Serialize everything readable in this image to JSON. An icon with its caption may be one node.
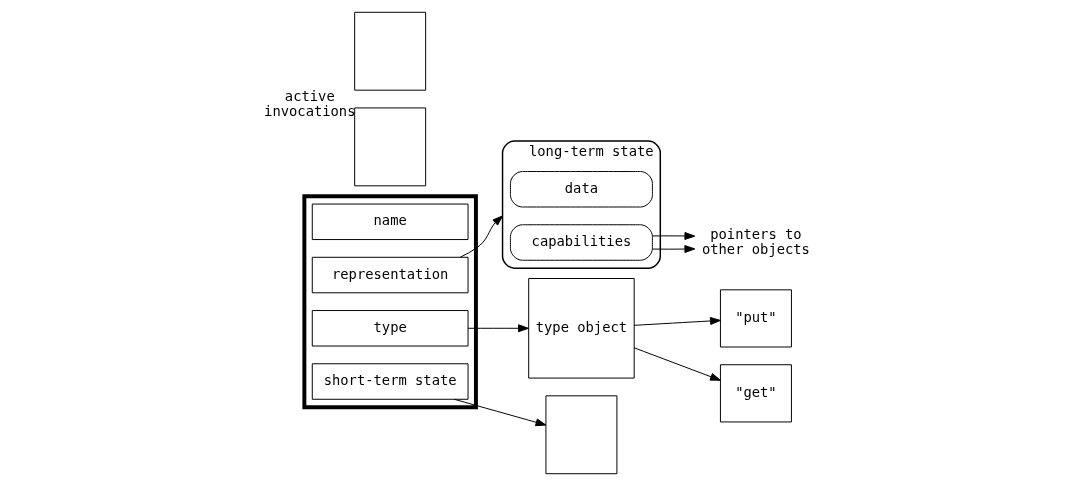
{
  "diagram": {
    "nodes": [
      {
        "text": [],
        "shape": "box"
      },
      {
        "text": [
          "name"
        ],
        "in": 0
      },
      {
        "text": [
          "representation"
        ],
        "in": 0
      },
      {
        "text": [
          "type"
        ],
        "in": 0
      },
      {
        "text": [
          "short-term state"
        ],
        "in": 0
      },
      {
        "text": [
          "long-term state"
        ]
      },
      {
        "text": [
          "data"
        ],
        "in": 5
      },
      {
        "text": [
          "capabilities"
        ],
        "in": 5
      },
      {
        "text": [
          "pointers to other objects"
        ]
      },
      {
        "text": [
          "type object"
        ]
      },
      {
        "text": [
          "\"put\""
        ]
      },
      {
        "text": [
          "\"get\""
        ]
      },
      {
        "text": [],
        "shape": "box"
      },
      {
        "text": [],
        "shape": "box"
      },
      {
        "text": [],
        "shape": "box",
        "beside": [
          "active invocations"
        ]
      }
    ],
    "edges": [
      {
        "from": 2,
        "to": 5,
        "arrow": "to"
      },
      {
        "from": 7,
        "to": 8,
        "arrow": "to"
      },
      {
        "from": 7,
        "to": 8,
        "arrow": "to"
      },
      {
        "from": 3,
        "to": 9,
        "arrow": "to"
      },
      {
        "from": 9,
        "to": 10,
        "arrow": "to"
      },
      {
        "from": 9,
        "to": 11,
        "arrow": "to"
      },
      {
        "from": 4,
        "to": 12,
        "arrow": "to"
      }
    ]
  }
}
